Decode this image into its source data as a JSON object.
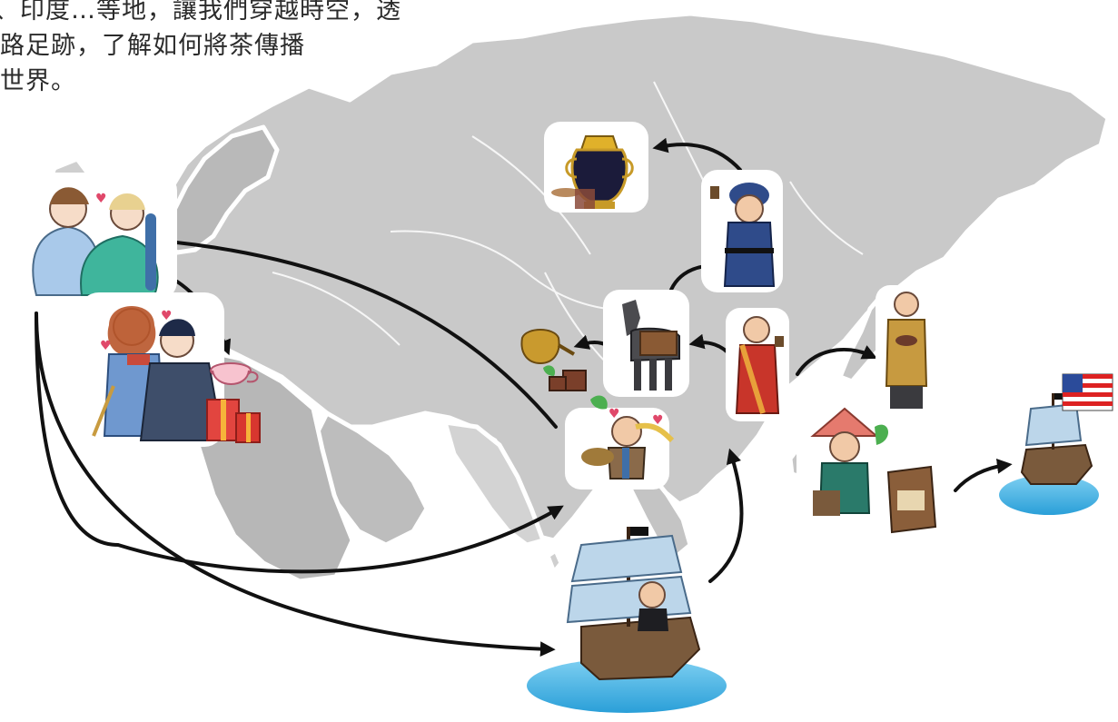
{
  "intro": {
    "line1": "、印度…等地，讓我們穿越時空，透",
    "line2": "路足跡，了解如何將茶傳播",
    "line3": "世界。"
  },
  "colors": {
    "land": "#c9c9c9",
    "land_dark": "#9e9e9e",
    "coast": "#ffffff",
    "arrow": "#111111",
    "sea": "#4db6e6",
    "sail": "#bcd6ea",
    "wood": "#7a5a3c"
  },
  "icons": [
    "english-ladies-tea-icon",
    "european-couple-icon",
    "teacup-icon",
    "gift-boxes-icon",
    "samovar-icon",
    "mongol-man-icon",
    "pack-horse-icon",
    "teapot-pour-icon",
    "tea-monk-icon",
    "japanese-monk-icon",
    "traveler-icon",
    "tea-picker-girl-icon",
    "tea-bag-icon",
    "dutch-ship-icon",
    "american-ship-icon",
    "us-flag-icon"
  ]
}
